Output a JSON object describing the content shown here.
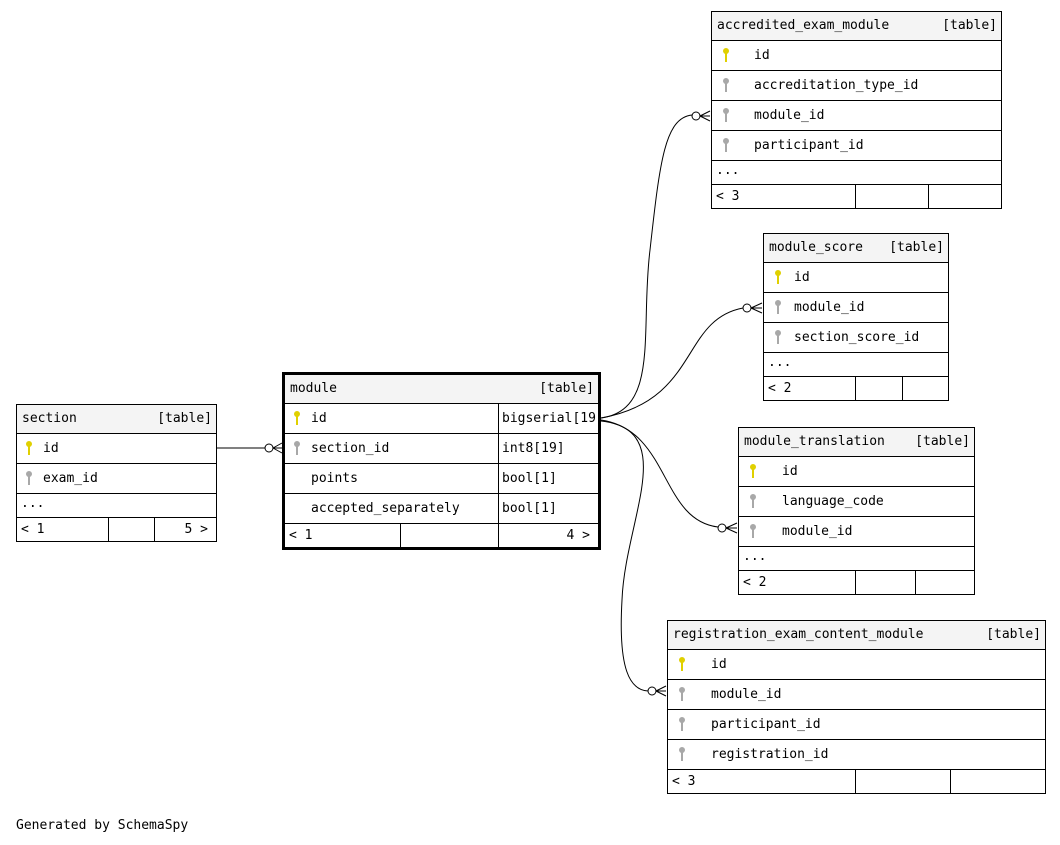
{
  "footer": "Generated by SchemaSpy",
  "tables": {
    "section": {
      "name": "section",
      "type": "[table]",
      "columns": [
        "id",
        "exam_id"
      ],
      "ellipsis": "...",
      "footer": {
        "left": "< 1",
        "right": "5 >"
      }
    },
    "module": {
      "name": "module",
      "type": "[table]",
      "columns": [
        {
          "name": "id",
          "type": "bigserial[19"
        },
        {
          "name": "section_id",
          "type": "int8[19]"
        },
        {
          "name": "points",
          "type": "bool[1]"
        },
        {
          "name": "accepted_separately",
          "type": "bool[1]"
        }
      ],
      "footer": {
        "left": "< 1",
        "right": "4 >"
      }
    },
    "accredited_exam_module": {
      "name": "accredited_exam_module",
      "type": "[table]",
      "columns": [
        "id",
        "accreditation_type_id",
        "module_id",
        "participant_id"
      ],
      "ellipsis": "...",
      "footer": {
        "left": "< 3"
      }
    },
    "module_score": {
      "name": "module_score",
      "type": "[table]",
      "columns": [
        "id",
        "module_id",
        "section_score_id"
      ],
      "ellipsis": "...",
      "footer": {
        "left": "< 2"
      }
    },
    "module_translation": {
      "name": "module_translation",
      "type": "[table]",
      "columns": [
        "id",
        "language_code",
        "module_id"
      ],
      "ellipsis": "...",
      "footer": {
        "left": "< 2"
      }
    },
    "registration_exam_content_module": {
      "name": "registration_exam_content_module",
      "type": "[table]",
      "columns": [
        "id",
        "module_id",
        "participant_id",
        "registration_id"
      ],
      "footer": {
        "left": "< 3"
      }
    }
  },
  "colors": {
    "primary_key": "#e0d000",
    "foreign_key": "#a8a8a8",
    "header_bg": "#f4f4f4"
  }
}
